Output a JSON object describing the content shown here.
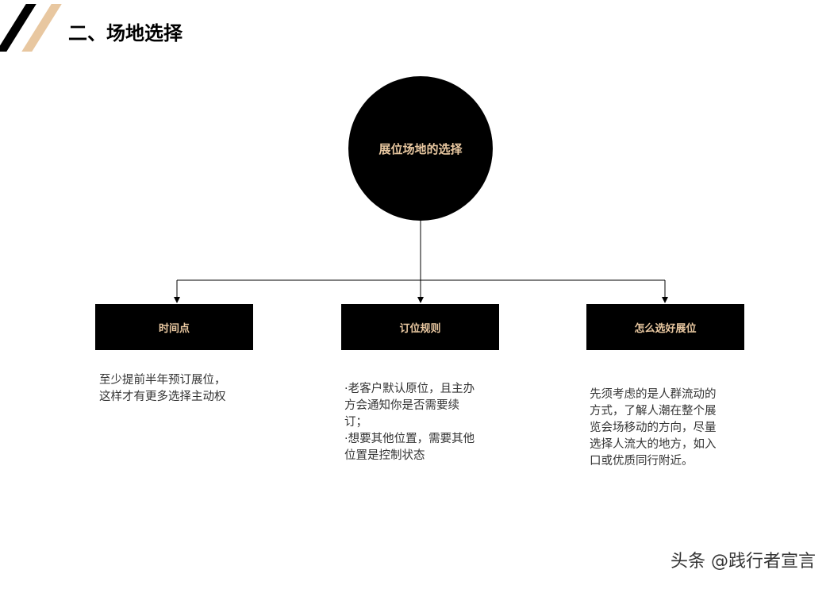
{
  "colors": {
    "accent": "#e8c7a0",
    "box_bg": "#000000",
    "body_text": "#333333"
  },
  "title": "二、场地选择",
  "center": {
    "label": "展位场地的选择"
  },
  "branches": [
    {
      "label": "时间点",
      "lines": [
        "至少提前半年预订展位，",
        "这样才有更多选择主动权"
      ]
    },
    {
      "label": "订位规则",
      "lines": [
        "·老客户默认原位，且主办",
        "方会通知你是否需要续",
        "订；",
        "·想要其他位置，需要其他",
        "位置是控制状态"
      ]
    },
    {
      "label": "怎么选好展位",
      "lines": [
        "先须考虑的是人群流动的",
        "方式，了解人潮在整个展",
        "览会场移动的方向，尽量",
        "选择人流大的地方，如入",
        "口或优质同行附近。"
      ]
    }
  ],
  "watermark": "头条 @践行者宣言"
}
